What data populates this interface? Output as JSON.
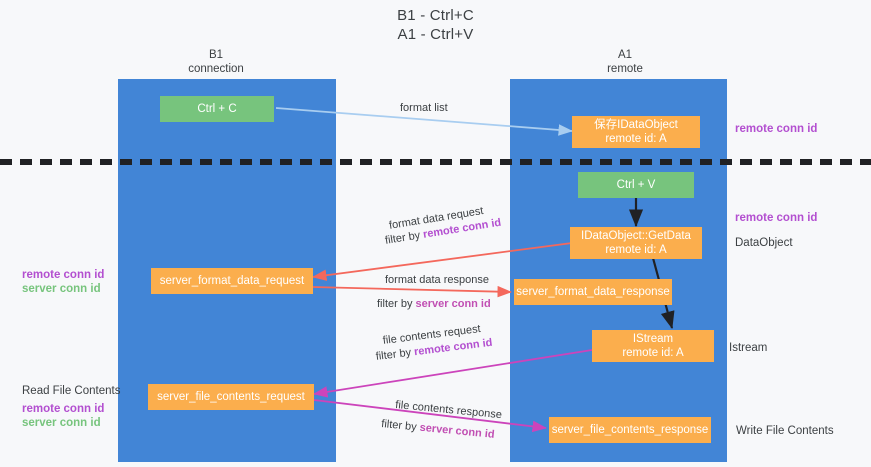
{
  "title": {
    "line1": "B1 - Ctrl+C",
    "line2": "A1 - Ctrl+V"
  },
  "columns": [
    {
      "name": "B1",
      "sub": "connection"
    },
    {
      "name": "A1",
      "sub": "remote"
    }
  ],
  "boxes": {
    "ctrl_c": "Ctrl + C",
    "ctrl_v": "Ctrl + V",
    "save_dataobject_l1": "保存IDataObject",
    "save_dataobject_l2": "remote id: A",
    "getdata_l1": "IDataObject::GetData",
    "getdata_l2": "remote id: A",
    "istream_l1": "IStream",
    "istream_l2": "remote id: A",
    "server_format_data_request": "server_format_data_request",
    "server_format_data_response": "server_format_data_response",
    "server_file_contents_request": "server_file_contents_request",
    "server_file_contents_response": "server_file_contents_response"
  },
  "edges": {
    "format_list": "format list",
    "format_data_request": "format data request",
    "format_data_request_filter_prefix": "filter by ",
    "format_data_request_filter_key": "remote conn id",
    "format_data_response": "format data response",
    "format_data_response_filter_prefix": "filter by ",
    "format_data_response_filter_key": "server conn id",
    "file_contents_request": "file contents request",
    "file_contents_request_filter_prefix": "filter by ",
    "file_contents_request_filter_key": "remote conn id",
    "file_contents_response": "file contents response",
    "file_contents_response_filter_prefix": "filter by ",
    "file_contents_response_filter_key": "server conn id"
  },
  "annotations": {
    "right_remote_conn_id_top": "remote conn id",
    "right_remote_conn_id_mid": "remote conn id",
    "right_dataobject": "DataObject",
    "right_istream": "Istream",
    "right_write_file_contents": "Write File Contents",
    "left_remote_conn_id_mid": "remote conn id",
    "left_server_conn_id_mid": "server conn id",
    "left_read_file_contents": "Read File Contents",
    "left_remote_conn_id_bot": "remote conn id",
    "left_server_conn_id_bot": "server conn id"
  },
  "colors": {
    "lane": "#4285d6",
    "green_box": "#77c47d",
    "orange_box": "#fbae4d",
    "arrow_blue": "#a8cdf0",
    "arrow_red": "#f4685c",
    "arrow_magenta": "#cc44bb",
    "arrow_dark": "#202124",
    "divider": "#202124",
    "purple_text": "#b34fd0",
    "green_text": "#77c47d",
    "page_bg": "#f7f8fa"
  }
}
